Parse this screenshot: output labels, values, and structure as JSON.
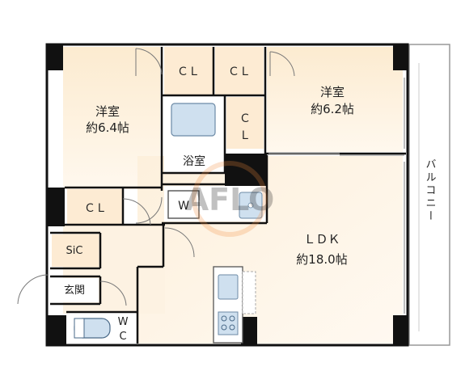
{
  "rooms": {
    "western_left": {
      "name": "洋室",
      "size": "約6.4帖"
    },
    "western_right": {
      "name": "洋室",
      "size": "約6.2帖"
    },
    "ldk": {
      "name": "ＬＤＫ",
      "size": "約18.0帖"
    },
    "bath": {
      "name": "浴室"
    },
    "entrance": {
      "name": "玄関"
    },
    "sic": {
      "name": "SiC"
    },
    "washer": {
      "name": "W"
    },
    "wc": {
      "line1": "W",
      "line2": "C"
    },
    "closets": {
      "top_left": "ＣＬ",
      "top_right": "ＣＬ",
      "vertical_1": "Ｃ",
      "vertical_2": "Ｌ",
      "left_room": "ＣＬ"
    },
    "balcony": {
      "label": "バルコニー"
    }
  },
  "watermark": {
    "text": "AFLO"
  },
  "colors": {
    "room_fill": "#fdf0dc",
    "ldk_fill": "#fef3e2",
    "wall": "#111111",
    "fixture_blue": "#cfe0ef",
    "watermark": "#f28a3a"
  }
}
